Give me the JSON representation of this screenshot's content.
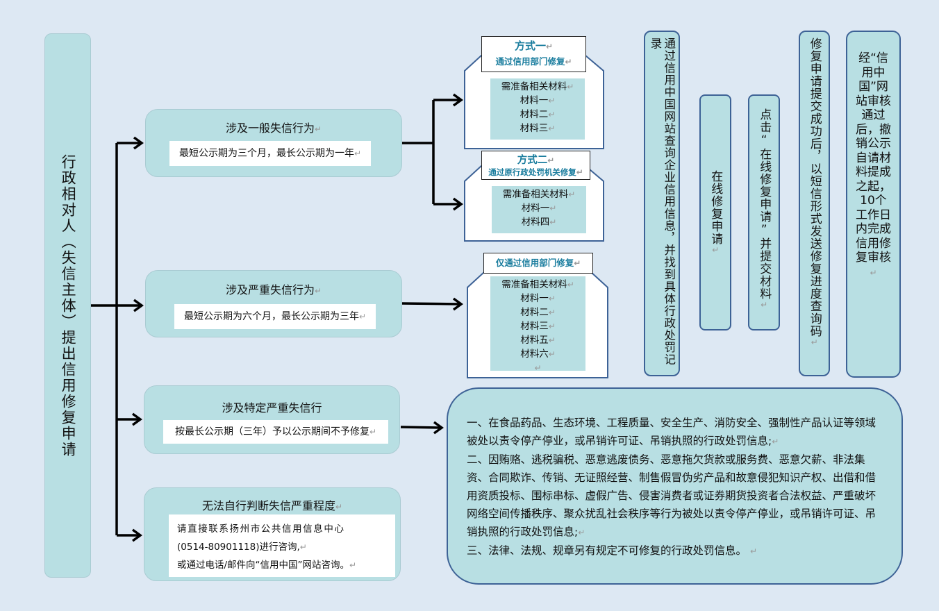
{
  "main_actor": "行政相对人（失信主体）提出信用修复申请",
  "categories": [
    {
      "title": "涉及一般失信行为",
      "period": "最短公示期为三个月，最长公示期为一年"
    },
    {
      "title": "涉及严重失信行为",
      "period": "最短公示期为六个月，最长公示期为三年"
    },
    {
      "title": "涉及特定严重失信行",
      "period": "按最长公示期（三年）予以公示期间不予修复"
    },
    {
      "title": "无法自行判断失信严重程度",
      "lines": [
        "请直接联系扬州市公共信用信息中心",
        "(0514-80901118)进行咨询,",
        "或通过电话/邮件向“信用中国”网站咨询。"
      ]
    }
  ],
  "methods": [
    {
      "title": "方式一",
      "subtitle": "通过信用部门修复",
      "materials": [
        "需准备相关材料",
        "材料一",
        "材料二",
        "材料三"
      ]
    },
    {
      "title": "方式二",
      "subtitle": "通过原行政处罚机关修复",
      "materials": [
        "需准备相关材料",
        "材料一",
        "材料四"
      ]
    },
    {
      "title": "",
      "subtitle": "仅通过信用部门修复",
      "materials": [
        "需准备相关材料",
        "材料一",
        "材料二",
        "材料三",
        "材料五",
        "材料六",
        ""
      ]
    }
  ],
  "steps": [
    "通过信用中国网站查询企业信用信息，并找到具体行政处罚记录",
    "在线修复申请",
    "点击“在线修复申请”并提交材料",
    "修复申请提交成功后，以短信形式发送修复进度查询码",
    "经“信用中国”网站审核通过后，撤销公示自请材料提成之起，10个工作日内完成信用修复审核"
  ],
  "exclusion_text": [
    "一、在食品药品、生态环境、工程质量、安全生产、消防安全、强制性产品认证等领域被处以责令停产停业，或吊销许可证、吊销执照的行政处罚信息;",
    "二、因贿赂、逃税骗税、恶意逃废债务、恶意拖欠货款或服务费、恶意欠薪、非法集资、合同欺诈、传销、无证照经营、制售假冒伪劣产品和故意侵犯知识产权、出借和借用资质投标、围标串标、虚假广告、侵害消费者或证券期货投资者合法权益、严重破坏网络空间传播秩序、聚众扰乱社会秩序等行为被处以责令停产停业，或吊销许可证、吊销执照的行政处罚信息;",
    "三、法律、法规、规章另有规定不可修复的行政处罚信息。"
  ],
  "return_mark": "↵",
  "colors": {
    "box_fill": "#b8dfe3",
    "box_border": "#3d6296",
    "page_bg": "#dde8f3",
    "title_text": "#1a7d9e"
  }
}
